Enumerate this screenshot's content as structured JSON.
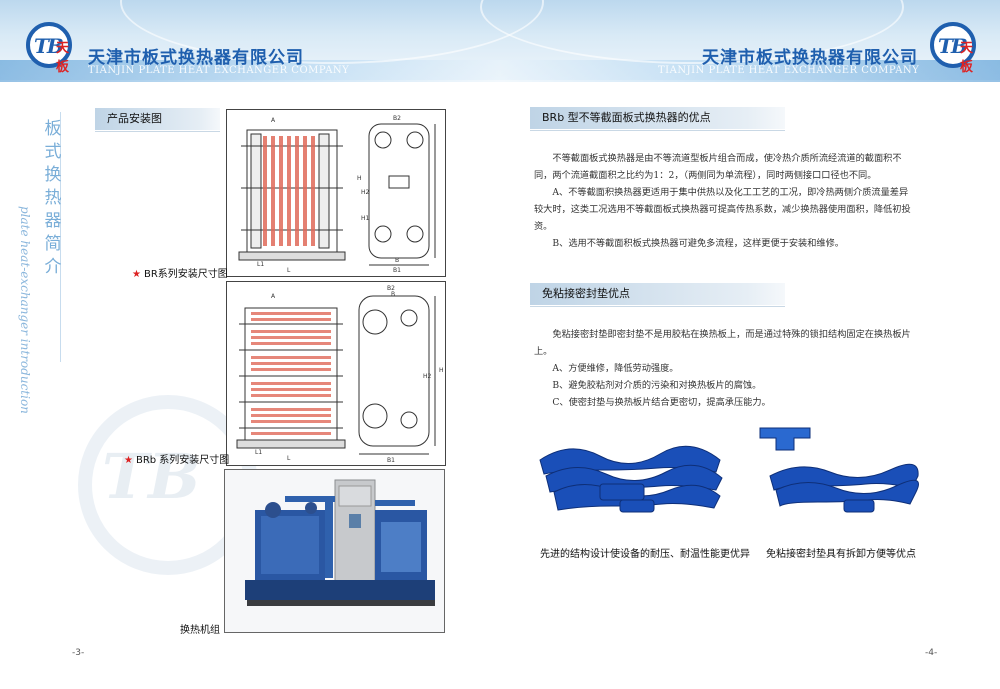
{
  "header": {
    "company_cn": "天津市板式换热器有限公司",
    "company_en": "TIANJIN PLATE HEAT EXCHANGER COMPANY",
    "logo_mark": "TB",
    "logo_mark_cn": "天板"
  },
  "sidebar": {
    "title_cn": "板式换热器简介",
    "title_en": "plate heat-exchanger introduction"
  },
  "left_page": {
    "section_title": "产品安装图",
    "caption_br": "BR系列安装尺寸图",
    "caption_brb": "BRb 系列安装尺寸图",
    "caption_unit": "换热机组",
    "page_number": "-3-",
    "dim_labels_top": {
      "a": "A",
      "b2": "B2",
      "h": "H",
      "h2": "H2",
      "h1": "H1",
      "l": "L",
      "l1": "L1",
      "b": "B",
      "b1": "B1"
    },
    "dim_labels_bottom": {
      "a": "A",
      "b2": "B2",
      "b": "B",
      "h": "H",
      "h2": "H2",
      "l": "L",
      "l1": "L1",
      "b1": "B1"
    }
  },
  "right_page": {
    "section1_title": "BRb 型不等截面板式换热器的优点",
    "section1_paragraphs": [
      "不等截面板式换热器是由不等流道型板片组合而成，使冷热介质所流经流道的截面积不同，两个流道截面积之比约为1：2，（两侧同为单流程），同时两侧接口口径也不同。",
      "A、不等截面积换热器更适用于集中供热以及化工工艺的工况，即冷热两侧介质流量差异较大时，这类工况选用不等截面板式换热器可提高传热系数，减少换热器使用面积，降低初投资。",
      "B、选用不等截面积板式换热器可避免多流程，这样更便于安装和维修。"
    ],
    "section2_title": "免粘接密封垫优点",
    "section2_paragraphs": [
      "免粘接密封垫即密封垫不是用胶粘在换热板上，而是通过特殊的锁扣结构固定在换热板片上。",
      "A、方便维修，降低劳动强度。",
      "B、避免胶粘剂对介质的污染和对换热板片的腐蚀。",
      "C、使密封垫与换热板片结合更密切，提高承压能力。"
    ],
    "caption_left": "先进的结构设计使设备的耐压、耐温性能更优异",
    "caption_right": "免粘接密封垫具有拆卸方便等优点",
    "page_number": "-4-"
  },
  "colors": {
    "brand_blue": "#1f5fae",
    "star_red": "#dd2222",
    "plate_red": "#e06a5a",
    "gasket_blue": "#1a4fb8"
  }
}
